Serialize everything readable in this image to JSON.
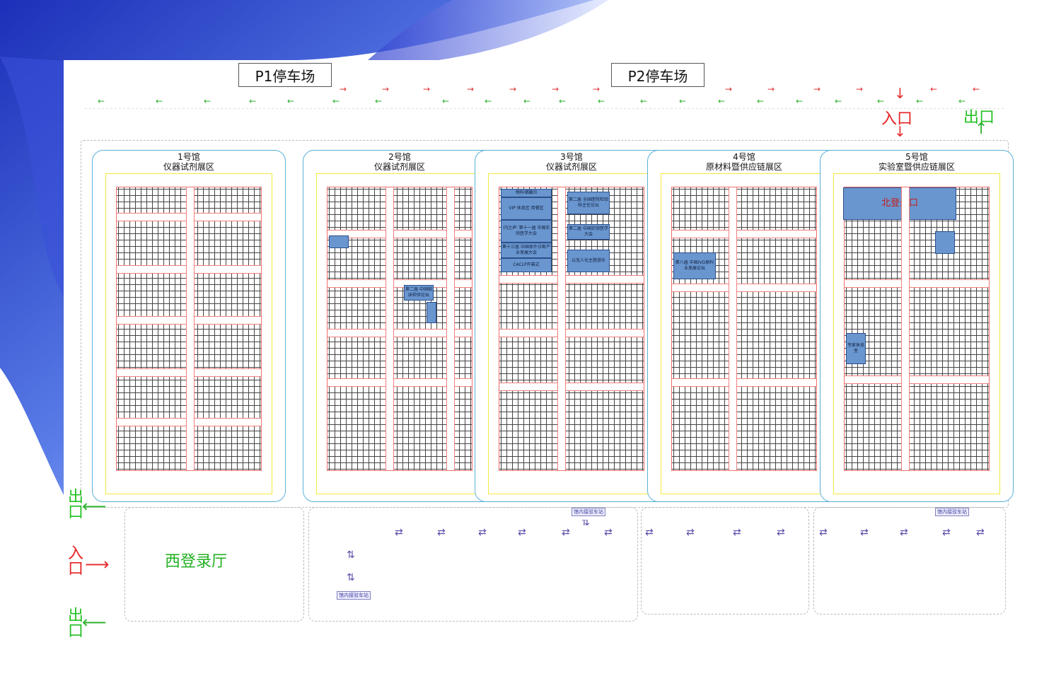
{
  "colors": {
    "entry": "#e52222",
    "exit": "#22c022",
    "hall_border": "#5ab0d8",
    "booth_block": "#6a96cf"
  },
  "parking": {
    "p1": "P1停车场",
    "p2": "P2停车场"
  },
  "halls": [
    {
      "name": "1号馆",
      "zone": "仪器试剂展区"
    },
    {
      "name": "2号馆",
      "zone": "仪器试剂展区"
    },
    {
      "name": "3号馆",
      "zone": "仪器试剂展区"
    },
    {
      "name": "4号馆",
      "zone": "原材料暨供应链展区"
    },
    {
      "name": "5号馆",
      "zone": "实验室暨供应链展区"
    }
  ],
  "hall3_blocks": [
    "物料储藏间",
    "VIP 休息区 用餐区",
    "'闪之声' 第十一届 中国实验医学大会",
    "第十三届 中国体外诊断产业发展大会",
    "CACLP开幕式",
    "第二届 全国医院检验科主任论坛",
    "第二届 中国实验医学大会",
    "以无人化主题游乐"
  ],
  "hall2_blocks": [
    "第二届 中国临床检验论坛"
  ],
  "hall4_blocks": [
    "第八届 中国IVD原料业发展论坛"
  ],
  "hall5_blocks": [
    "专家休息室"
  ],
  "north_login": "北登录口",
  "west_hall": "西登录厅",
  "entrance": "入口",
  "exit": "出口",
  "shuttle": "馆内接驳车站"
}
